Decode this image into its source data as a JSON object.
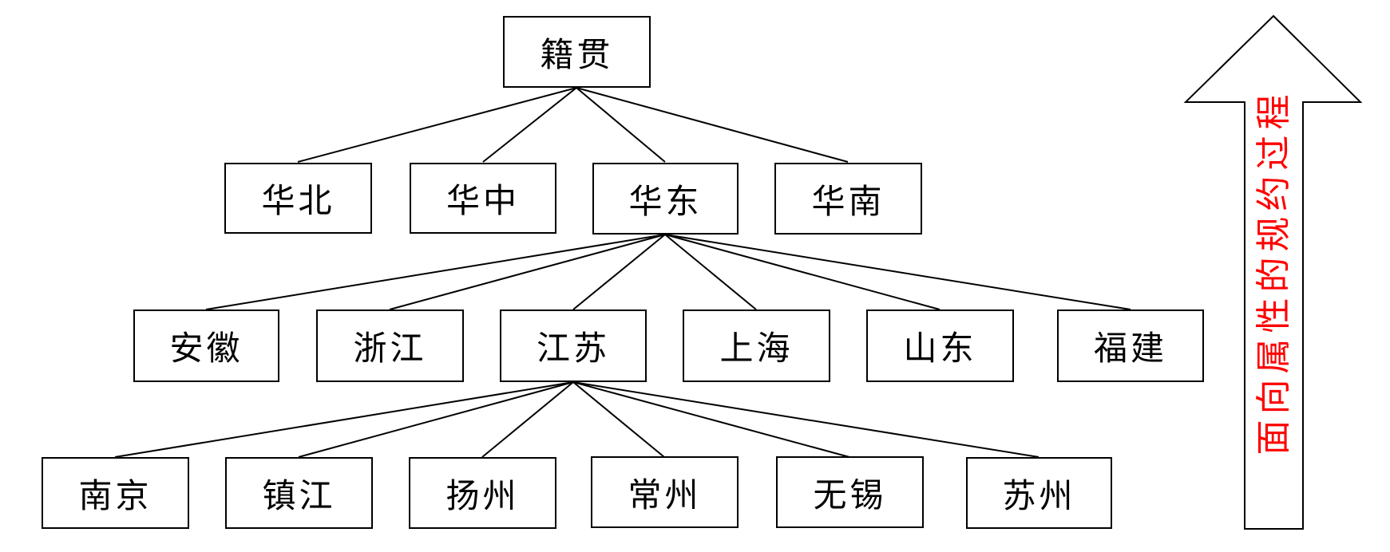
{
  "diagram": {
    "description": "concept-hierarchy-tree",
    "tree": {
      "label": "籍贯",
      "children": [
        {
          "label": "华北"
        },
        {
          "label": "华中"
        },
        {
          "label": "华东",
          "children": [
            {
              "label": "安徽"
            },
            {
              "label": "浙江"
            },
            {
              "label": "江苏",
              "children": [
                {
                  "label": "南京"
                },
                {
                  "label": "镇江"
                },
                {
                  "label": "扬州"
                },
                {
                  "label": "常州"
                },
                {
                  "label": "无锡"
                },
                {
                  "label": "苏州"
                }
              ]
            },
            {
              "label": "上海"
            },
            {
              "label": "山东"
            },
            {
              "label": "福建"
            }
          ]
        },
        {
          "label": "华南"
        }
      ]
    },
    "arrow": {
      "label": "面向属性的规约过程",
      "direction": "up",
      "text_color": "#ff0000"
    },
    "colors": {
      "background": "#ffffff",
      "box_border": "#000000",
      "line": "#000000",
      "node_text": "#000000"
    }
  }
}
